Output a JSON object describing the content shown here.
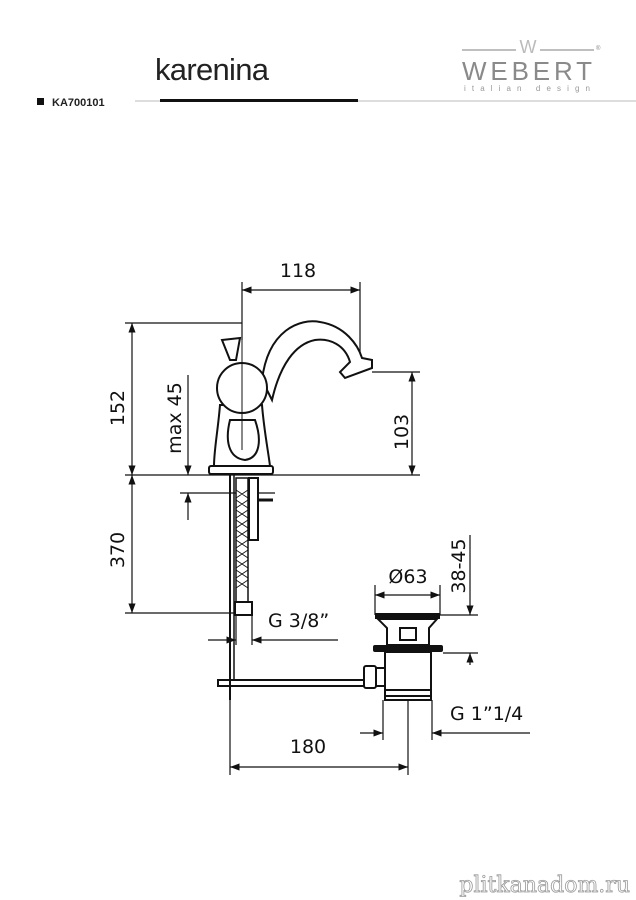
{
  "header": {
    "product_name": "karenina",
    "product_code": "KA700101",
    "brand": "WEBERT",
    "brand_tagline": "italian design",
    "brand_mark": "W"
  },
  "dimensions": {
    "spout_reach": "118",
    "total_height": "152",
    "max_deck": "max 45",
    "spout_height": "103",
    "hose_length": "370",
    "hose_thread": "G 3/8”",
    "waste_diameter": "Ø63",
    "waste_range": "38-45",
    "waste_thread": "G 1”1/4",
    "rod_length": "180"
  },
  "watermark": "plitkanadom.ru"
}
